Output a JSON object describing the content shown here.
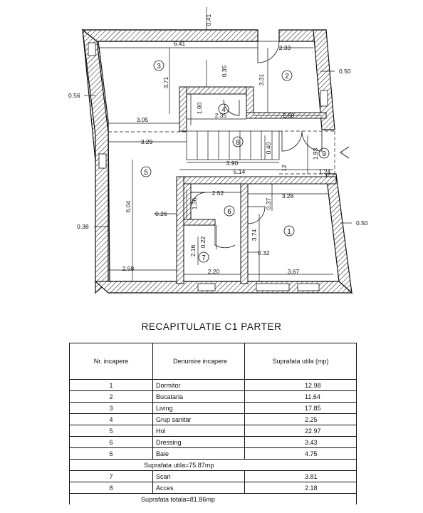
{
  "plan": {
    "dimensions": {
      "d_041": "0.41",
      "d_641": "6.41",
      "d_233": "2.33",
      "d_050a": "0.50",
      "d_035": "0.35",
      "d_371": "3.71",
      "d_331": "3.31",
      "d_056": "0.56",
      "d_100": "1.00",
      "d_235": "2.35",
      "d_268": "2.68",
      "d_305": "3.05",
      "d_329": "3.29",
      "d_040": "0.40",
      "d_193": "1.93",
      "d_390": "3.90",
      "d_514": "5.14",
      "d_124": "1.24",
      "d_012": "12",
      "d_252": "2.52",
      "d_328": "3.28",
      "d_037": "0.37",
      "d_136": "1.36",
      "d_026": "0.26",
      "d_604": "6.04",
      "d_038": "0.38",
      "d_050b": "0.50",
      "d_022": "0.22",
      "d_374": "3.74",
      "d_216": "2.16",
      "d_032": "0.32",
      "d_258": "2.58",
      "d_220": "2.20",
      "d_367": "3.67"
    },
    "rooms": [
      "1",
      "2",
      "3",
      "4",
      "5",
      "6",
      "7",
      "8",
      "9"
    ]
  },
  "recap": {
    "title": "RECAPITULATIE C1 PARTER",
    "headers": {
      "nr": "Nr. incapere",
      "name": "Denumire incapere",
      "area": "Suprafata utila (mp)"
    },
    "rows": [
      {
        "nr": "1",
        "name": "Dormitor",
        "area": "12.98"
      },
      {
        "nr": "2",
        "name": "Bucataria",
        "area": "11.64"
      },
      {
        "nr": "3",
        "name": "Living",
        "area": "17.85"
      },
      {
        "nr": "4",
        "name": "Grup sanitar",
        "area": "2.25"
      },
      {
        "nr": "5",
        "name": "Hol",
        "area": "22.97"
      },
      {
        "nr": "6",
        "name": "Dressing",
        "area": "3.43"
      },
      {
        "nr": "6",
        "name": "Baie",
        "area": "4.75"
      }
    ],
    "subtotal": "Suprafata utila=75.87mp",
    "rows2": [
      {
        "nr": "7",
        "name": "Scari",
        "area": "3.81"
      },
      {
        "nr": "8",
        "name": "Acces",
        "area": "2.18"
      }
    ],
    "total": "Suprafata totala=81.86mp"
  }
}
